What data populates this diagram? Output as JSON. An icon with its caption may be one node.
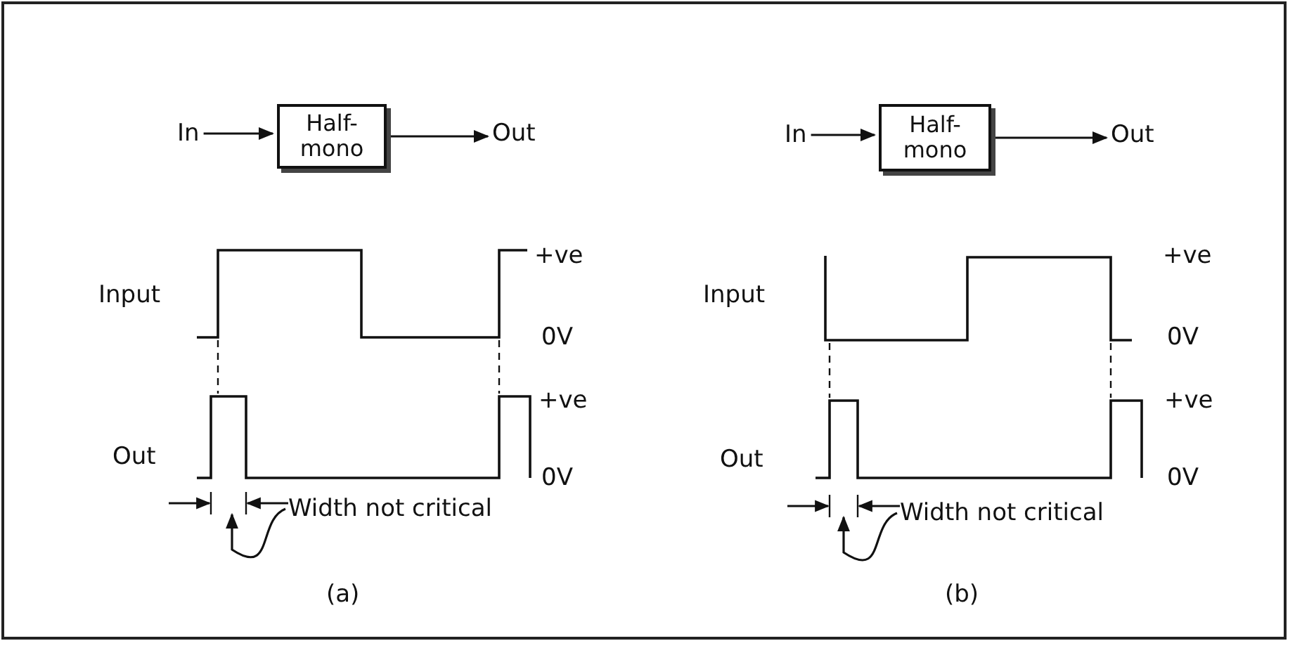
{
  "diagram": {
    "nodes": [
      {
        "text": [
          "In"
        ]
      },
      {
        "text": [
          "Half-mono"
        ]
      },
      {
        "text": [
          "Out"
        ]
      },
      {
        "text": [
          "Width not critical"
        ]
      },
      {
        "text": [
          "In"
        ]
      },
      {
        "text": [
          "Half-mono"
        ]
      },
      {
        "text": [
          "Out"
        ]
      },
      {
        "text": [
          "Width not critical"
        ]
      }
    ],
    "edges": [
      {
        "from": 0,
        "to": 1,
        "arrow": "to"
      },
      {
        "from": 1,
        "to": 2,
        "arrow": "to"
      },
      {
        "from": 3,
        "to": null,
        "arrow": "to"
      },
      {
        "from": 4,
        "to": 5,
        "arrow": "to"
      },
      {
        "from": 5,
        "to": 6,
        "arrow": "to"
      },
      {
        "from": 7,
        "to": null,
        "arrow": "to"
      }
    ],
    "labels": [
      "+ve",
      "Input",
      "0V",
      "+ve",
      "Out",
      "0V",
      "(a)",
      "+ve",
      "Input",
      "0V",
      "+ve",
      "Out",
      "0V",
      "(b)"
    ]
  }
}
